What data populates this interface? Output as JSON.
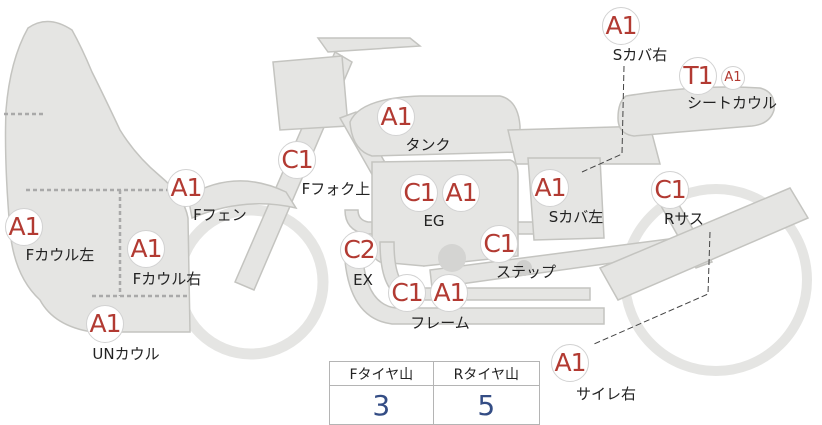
{
  "colors": {
    "part_fill": "#e5e5e3",
    "part_stroke": "#c4c4c0",
    "dash": "#a9a9a9",
    "marker_text": "#b23a32",
    "tire_value": "#344d85"
  },
  "parts": [
    {
      "id": "s-cover-right",
      "label": "Sカバ右",
      "marks": [
        "A1"
      ]
    },
    {
      "id": "seat-cowl",
      "label": "シートカウル",
      "marks": [
        "T1"
      ],
      "small_mark": "A1"
    },
    {
      "id": "tank",
      "label": "タンク",
      "marks": [
        "A1"
      ]
    },
    {
      "id": "f-fork-upper",
      "label": "Fフォク上",
      "marks": [
        "C1"
      ]
    },
    {
      "id": "f-fender",
      "label": "Fフェン",
      "marks": [
        "A1"
      ]
    },
    {
      "id": "engine",
      "label": "EG",
      "marks": [
        "C1",
        "A1"
      ]
    },
    {
      "id": "s-cover-left",
      "label": "Sカバ左",
      "marks": [
        "A1"
      ]
    },
    {
      "id": "r-suspension",
      "label": "Rサス",
      "marks": [
        "C1"
      ]
    },
    {
      "id": "f-cowl-left",
      "label": "Fカウル左",
      "marks": [
        "A1"
      ]
    },
    {
      "id": "f-cowl-right",
      "label": "Fカウル右",
      "marks": [
        "A1"
      ]
    },
    {
      "id": "exhaust",
      "label": "EX",
      "marks": [
        "C2"
      ]
    },
    {
      "id": "step",
      "label": "ステップ",
      "marks": [
        "C1"
      ]
    },
    {
      "id": "frame",
      "label": "フレーム",
      "marks": [
        "C1",
        "A1"
      ]
    },
    {
      "id": "un-cowl",
      "label": "UNカウル",
      "marks": [
        "A1"
      ]
    },
    {
      "id": "silencer-right",
      "label": "サイレ右",
      "marks": [
        "A1"
      ]
    }
  ],
  "tire_table": {
    "headers": [
      "Fタイヤ山",
      "Rタイヤ山"
    ],
    "values": [
      "3",
      "5"
    ]
  }
}
